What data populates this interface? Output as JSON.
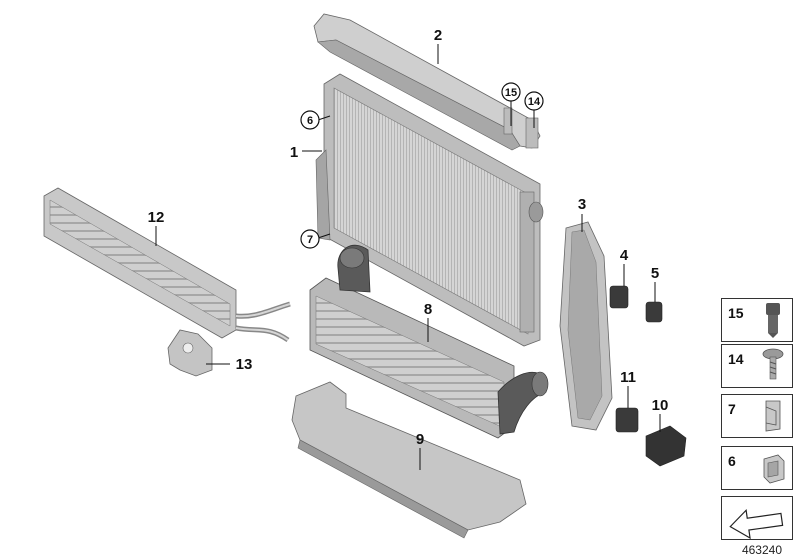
{
  "callouts": [
    "1",
    "2",
    "3",
    "4",
    "5",
    "6",
    "7",
    "8",
    "9",
    "10",
    "11",
    "12",
    "13",
    "14",
    "15"
  ],
  "legend": [
    "15",
    "14",
    "7",
    "6"
  ],
  "doc_number": "463240"
}
